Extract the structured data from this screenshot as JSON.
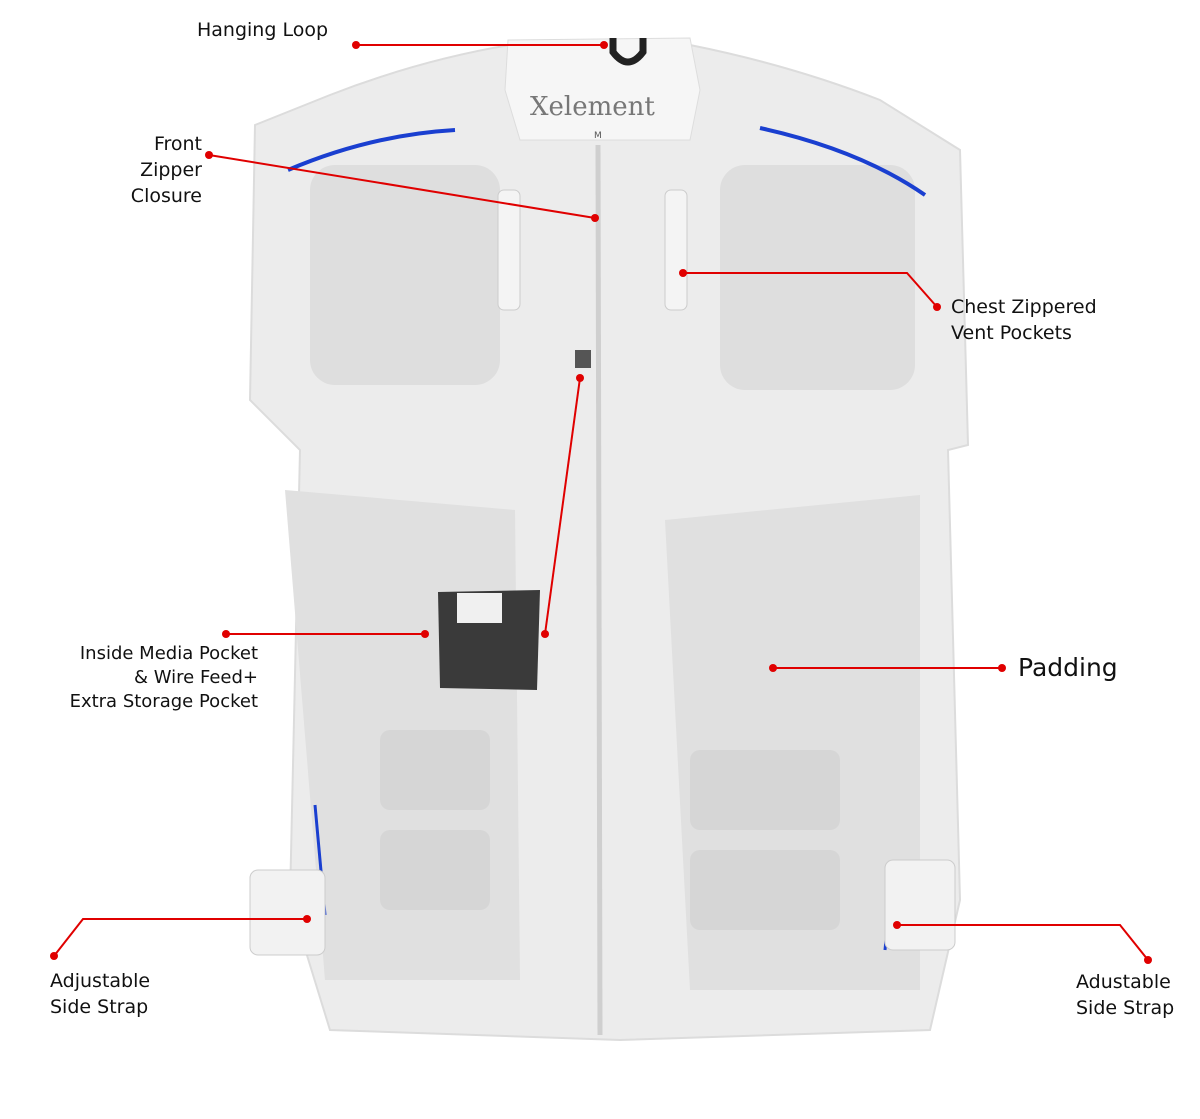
{
  "product": {
    "logo_text": "Xelement",
    "size_tag": "M"
  },
  "colors": {
    "callout": "#e00000",
    "vest": "#ececec",
    "trim": "#1a3fd0",
    "pocket": "#3a3a3a"
  },
  "callouts": {
    "hanging_loop": {
      "lines": [
        "Hanging Loop"
      ]
    },
    "front_zipper": {
      "lines": [
        "Front",
        "Zipper",
        "Closure"
      ]
    },
    "chest_pockets": {
      "lines": [
        "Chest Zippered",
        "Vent Pockets"
      ]
    },
    "media_pocket": {
      "lines": [
        "Inside Media Pocket",
        "& Wire Feed+",
        "Extra Storage Pocket"
      ]
    },
    "padding": {
      "lines": [
        "Padding"
      ]
    },
    "left_strap": {
      "lines": [
        "Adjustable",
        "Side Strap"
      ]
    },
    "right_strap": {
      "lines": [
        "Adustable",
        "Side Strap"
      ]
    }
  }
}
